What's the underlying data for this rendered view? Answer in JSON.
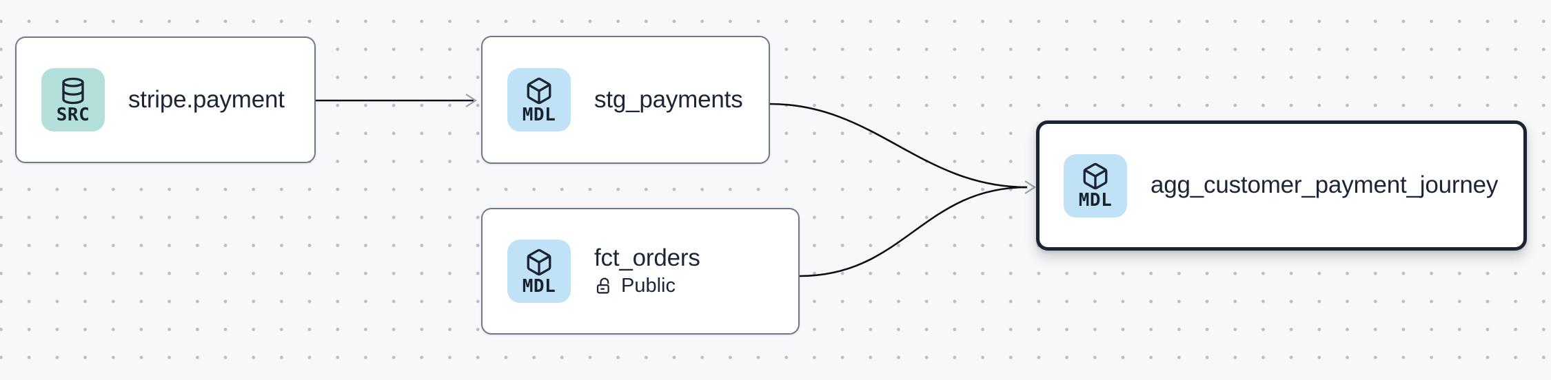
{
  "canvas": {
    "background_color": "#f7f8f9",
    "dot_color": "#b9bec9"
  },
  "nodes": [
    {
      "title": "stripe.payment",
      "badge": {
        "label": "SRC",
        "icon": "database-icon",
        "background": "#b3e0db"
      },
      "selected": false
    },
    {
      "title": "stg_payments",
      "badge": {
        "label": "MDL",
        "icon": "cube-icon",
        "background": "#bfe2f7"
      },
      "selected": false
    },
    {
      "title": "fct_orders",
      "subtitle": "Public",
      "subtitle_icon": "unlock-icon",
      "badge": {
        "label": "MDL",
        "icon": "cube-icon",
        "background": "#bfe2f7"
      },
      "selected": false
    },
    {
      "title": "agg_customer_payment_journey",
      "badge": {
        "label": "MDL",
        "icon": "cube-icon",
        "background": "#bfe2f7"
      },
      "selected": true
    }
  ],
  "edges": [
    {
      "from": "stripe.payment",
      "to": "stg_payments"
    },
    {
      "from": "stg_payments",
      "to": "agg_customer_payment_journey"
    },
    {
      "from": "fct_orders",
      "to": "agg_customer_payment_journey"
    }
  ],
  "colors": {
    "node_border": "#6f7888",
    "selected_node_border": "#1b2433",
    "edge": "#0c1016",
    "arrowhead": "#98a0ac",
    "text": "#1b2536"
  }
}
